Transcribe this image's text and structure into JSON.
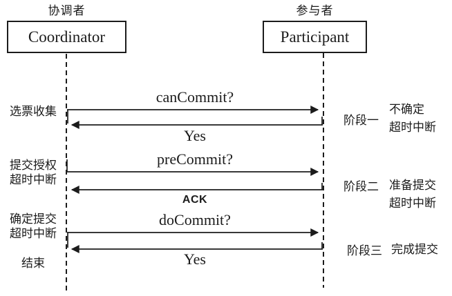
{
  "colors": {
    "ink": "#1b1b1b",
    "background": "#ffffff"
  },
  "actors": {
    "coordinator_role": "协调者",
    "coordinator_name": "Coordinator",
    "participant_role": "参与者",
    "participant_name": "Participant"
  },
  "messages": [
    {
      "label": "canCommit?",
      "direction": "coordinator-to-participant"
    },
    {
      "label": "Yes",
      "direction": "participant-to-coordinator"
    },
    {
      "label": "preCommit?",
      "direction": "coordinator-to-participant"
    },
    {
      "label": "ACK",
      "direction": "participant-to-coordinator"
    },
    {
      "label": "doCommit?",
      "direction": "coordinator-to-participant"
    },
    {
      "label": "Yes",
      "direction": "participant-to-coordinator"
    }
  ],
  "coordinator_states": [
    {
      "lines": [
        "选票收集"
      ]
    },
    {
      "lines": [
        "提交授权",
        "超时中断"
      ]
    },
    {
      "lines": [
        "确定提交",
        "超时中断"
      ]
    },
    {
      "lines": [
        "结束"
      ]
    }
  ],
  "phases": [
    {
      "label": "阶段一",
      "lines": [
        "不确定",
        "超时中断"
      ]
    },
    {
      "label": "阶段二",
      "lines": [
        "准备提交",
        "超时中断"
      ]
    },
    {
      "label": "阶段三",
      "lines": [
        "完成提交"
      ]
    }
  ]
}
